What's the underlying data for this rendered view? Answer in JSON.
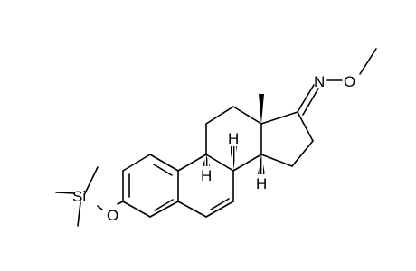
{
  "molecule": {
    "atoms": {
      "si": "Si",
      "o_ether": "O",
      "n_oxime": "N",
      "o_oxime": "O",
      "h9": "H",
      "h8": "H",
      "h14": "H"
    }
  }
}
